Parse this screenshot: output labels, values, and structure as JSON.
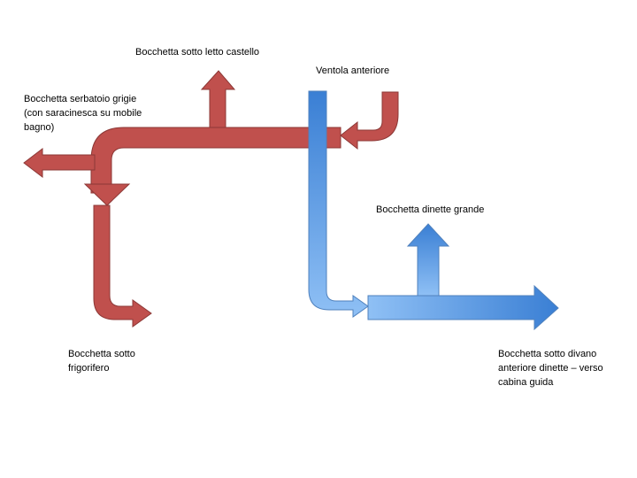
{
  "labels": {
    "letto_castello": "Bocchetta sotto letto castello",
    "ventola": "Ventola anteriore",
    "serbatoio_1": "Bocchetta serbatoio grigie",
    "serbatoio_2": "(con saracinesca su mobile",
    "serbatoio_3": "bagno)",
    "dinette_grande": "Bocchetta dinette grande",
    "frigo_1": "Bocchetta sotto",
    "frigo_2": "frigorifero",
    "divano_1": "Bocchetta sotto divano",
    "divano_2": "anteriore dinette – verso",
    "divano_3": "cabina guida"
  },
  "colors": {
    "red_fill": "#c0504d",
    "red_stroke": "#8c3836",
    "blue_dark": "#3a7fd4",
    "blue_light": "#8fc0f5",
    "blue_stroke": "#4f81bd"
  }
}
